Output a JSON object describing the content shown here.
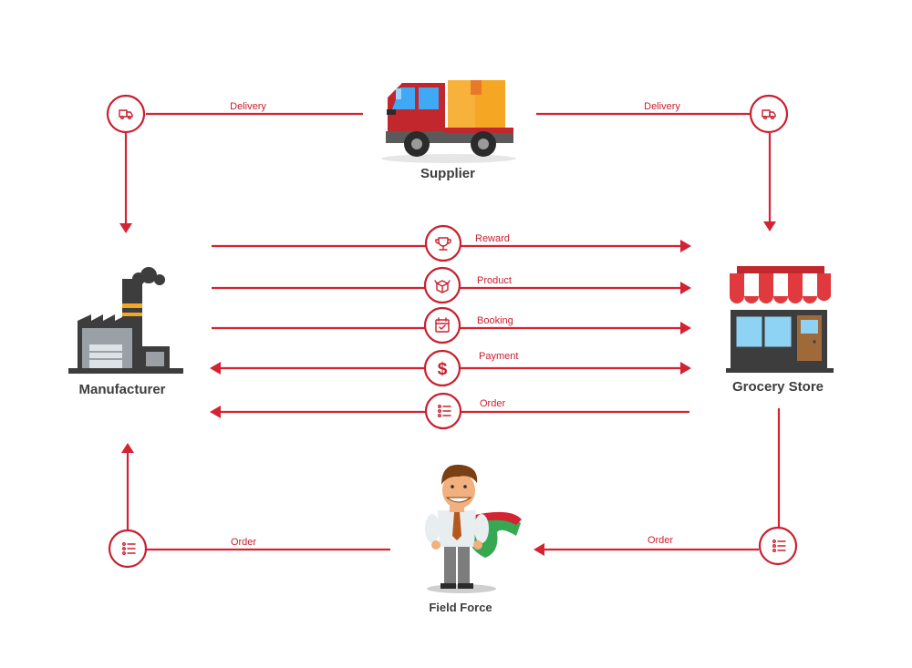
{
  "nodes": {
    "supplier": "Supplier",
    "manufacturer": "Manufacturer",
    "grocery_store": "Grocery Store",
    "field_force": "Field Force"
  },
  "flows": {
    "delivery_left": "Delivery",
    "delivery_right": "Delivery",
    "reward": "Reward",
    "product": "Product",
    "booking": "Booking",
    "payment": "Payment",
    "order_center": "Order",
    "order_bottom_left": "Order",
    "order_bottom_right": "Order"
  },
  "icons": {
    "delivery": "delivery-truck-icon",
    "reward": "trophy-icon",
    "product": "box-icon",
    "booking": "calendar-check-icon",
    "payment": "dollar-icon",
    "order": "list-icon"
  },
  "colors": {
    "accent": "#d42333"
  }
}
